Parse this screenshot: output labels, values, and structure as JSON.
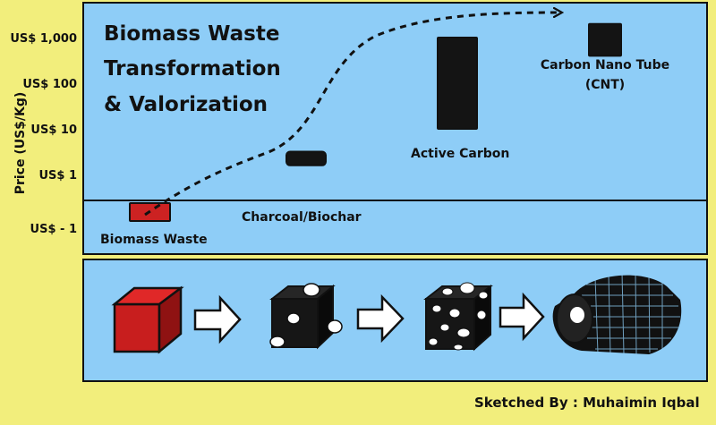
{
  "chart_data": {
    "type": "bar",
    "title_lines": [
      "Biomass Waste",
      "Transformation",
      "& Valorization"
    ],
    "ylabel": "Price (US$/Kg)",
    "y_ticks": [
      "US$ 1,000",
      "US$ 100",
      "US$ 10",
      "US$ 1",
      "US$ - 1"
    ],
    "y_scale": "log",
    "categories": [
      "Biomass Waste",
      "Charcoal/Biochar",
      "Active Carbon",
      "Carbon Nano Tube (CNT)"
    ],
    "category_lines": [
      [
        "Biomass Waste"
      ],
      [
        "Charcoal/Biochar"
      ],
      [
        "Active Carbon"
      ],
      [
        "Carbon Nano Tube",
        "(CNT)"
      ]
    ],
    "bars": [
      {
        "low": -1,
        "high": -0.5
      },
      {
        "low": 0.2,
        "high": 0.5
      },
      {
        "low": 1.0,
        "high": 3.0
      },
      {
        "low": 2.6,
        "high": 3.3
      }
    ],
    "bar_colors": [
      "#cc2222",
      "#141414",
      "#141414",
      "#141414"
    ],
    "trend": "dashed arrow rising from Biomass Waste to Carbon Nano Tube",
    "grid": false,
    "legend": "none"
  },
  "process_strip": {
    "steps": [
      "red-cube-icon",
      "charcoal-cube-icon",
      "activated-carbon-cube-icon",
      "carbon-nanotube-icon"
    ],
    "arrow": "right-arrow-icon"
  },
  "credit": "Sketched By : Muhaimin Iqbal",
  "colors": {
    "background": "#f2ee7c",
    "panel": "#8ecdf7",
    "biomass": "#cc2222",
    "carbon": "#141414"
  }
}
